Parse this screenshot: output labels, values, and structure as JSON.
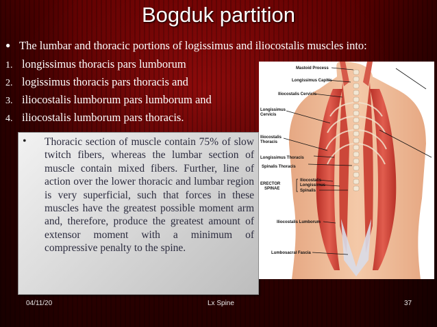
{
  "slide": {
    "title": "Bogduk partition",
    "intro": "The lumbar and thoracic portions of logissimus and iliocostalis muscles into:",
    "list": [
      {
        "num": "1.",
        "text": "longissimus thoracis pars lumborum"
      },
      {
        "num": "2.",
        "text": "logissimus thoracis pars thoracis and"
      },
      {
        "num": "3.",
        "text": "iliocostalis lumborum pars lumborum and"
      },
      {
        "num": "4.",
        "text": "iliocostalis lumborum pars thoracis."
      }
    ],
    "callout_text": "Thoracic section of muscle contain 75% of slow twitch fibers, whereas the lumbar section of muscle contain mixed fibers. Further, line of action over the lower thoracic and lumbar region is very superficial, such that forces in these muscles have the greatest possible moment arm and, therefore, produce the greatest amount of extensor moment with a minimum of compressive penalty to the spine."
  },
  "figure": {
    "labels": {
      "mastoid": "Mastoid Process",
      "capitis": "Longissimus Capitis",
      "il_cervicis": "Iliocostalis Cervicis",
      "lon_cervicis_1": "Longissimus",
      "lon_cervicis_2": "Cervicis",
      "il_thoracis_1": "Iliocostalis",
      "il_thoracis_2": "Thoracis",
      "lon_thoracis": "Longissimus Thoracis",
      "spinalis_thoracis": "Spinalis Thoracis",
      "erector_1": "ERECTOR",
      "erector_2": "SPINAE",
      "erector_il": "Iliocostalis",
      "erector_lon": "Longissimus",
      "erector_sp": "Spinalis",
      "il_lumborum": "Iliocostalis Lumborum",
      "fascia": "Lumbosacral Fascia"
    }
  },
  "footer": {
    "date": "04/11/20",
    "center": "Lx Spine",
    "page": "37"
  }
}
